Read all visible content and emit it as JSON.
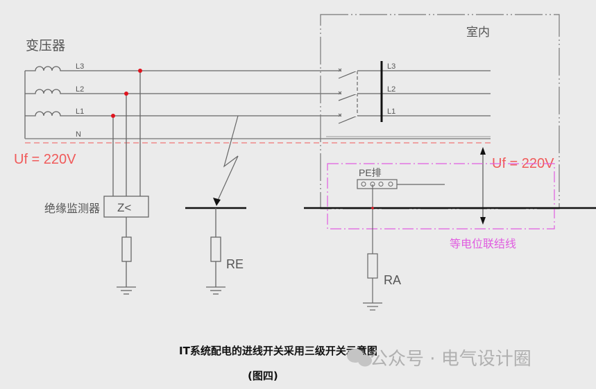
{
  "labels": {
    "transformer": "变压器",
    "indoor": "室内",
    "phase_left": [
      "L3",
      "L2",
      "L1",
      "N"
    ],
    "phase_right": [
      "L3",
      "L2",
      "L1"
    ],
    "uf_left": "Uf = 220V",
    "uf_right": "Uf = 220V",
    "insulation_monitor": "绝缘监测器",
    "monitor_symbol": "Z<",
    "re": "RE",
    "ra": "RA",
    "pe_bar": "PE排",
    "equipotential": "等电位联结线"
  },
  "caption": {
    "title": "IT系统配电的进线开关采用三级开关示意图",
    "subtitle": "(图四)"
  },
  "watermark": {
    "text": "公众号 · 电气设计圈",
    "icon": "wechat-icon"
  },
  "colors": {
    "line": "#666666",
    "bus": "#111111",
    "red": "#f05a5a",
    "magenta": "#e05ce0",
    "dot": "#e0141e"
  }
}
